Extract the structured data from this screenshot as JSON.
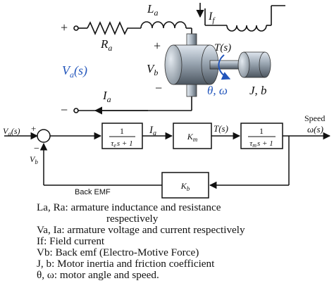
{
  "circuit": {
    "La": "L",
    "La_sub": "a",
    "Ra": "R",
    "Ra_sub": "a",
    "If": "I",
    "If_sub": "f",
    "Va": "V",
    "Va_sub": "a",
    "Va_arg": "(s)",
    "Vb": "V",
    "Vb_sub": "b",
    "Ia": "I",
    "Ia_sub": "a",
    "Ts": "T(s)",
    "theta_omega": "θ, ω",
    "Jb": "J, b",
    "plus_left": "+",
    "minus_left": "−",
    "plus_bump": "+",
    "minus_bump": "−"
  },
  "block_diagram": {
    "input": "V",
    "input_sub": "a",
    "input_arg": "(s)",
    "sum_plus": "+",
    "sum_minus": "−",
    "feedback_label": "V",
    "feedback_sub": "b",
    "block1_num": "1",
    "block1_den": "τ",
    "block1_den_sub": "e",
    "block1_den_rest": "s + 1",
    "ia_label": "I",
    "ia_sub": "a",
    "km_label": "K",
    "km_sub": "m",
    "torque_label": "T(s)",
    "block3_num": "1",
    "block3_den": "τ",
    "block3_den_sub": "m",
    "block3_den_rest": "s + 1",
    "output_title": "Speed",
    "output_symbol": "ω(s)",
    "kb_label": "K",
    "kb_sub": "b",
    "back_emf_label": "Back EMF"
  },
  "legend": [
    "La, Ra: armature inductance and resistance",
    "respectively",
    "Va, Ia: armature voltage and current respectively",
    "If: Field current",
    "Vb: Back emf (Electro-Motive Force)",
    "J, b: Motor inertia and friction coefficient",
    "θ, ω: motor angle and speed."
  ],
  "colors": {
    "line": "#111111",
    "accent_blue": "#2255bb",
    "motor_body": "#8d9aa6"
  }
}
